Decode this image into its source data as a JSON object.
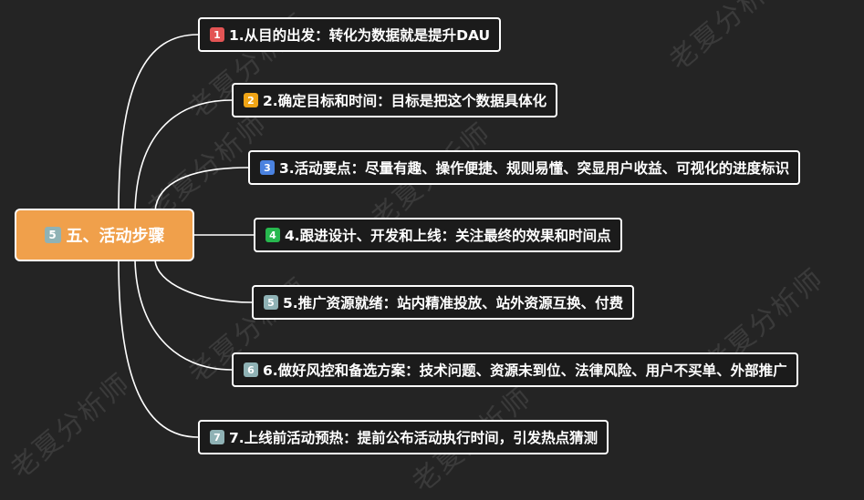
{
  "root": {
    "badge": "5",
    "label": "五、活动步骤",
    "badge_color": "#8fb2b5",
    "fill": "#f0a04b"
  },
  "watermark": "老夏分析师",
  "steps": [
    {
      "badge": "1",
      "badge_color": "#e35454",
      "label": "1.从目的出发：转化为数据就是提升DAU"
    },
    {
      "badge": "2",
      "badge_color": "#f0a516",
      "label": "2.确定目标和时间：目标是把这个数据具体化"
    },
    {
      "badge": "3",
      "badge_color": "#4a82e0",
      "label": "3.活动要点：尽量有趣、操作便捷、规则易懂、突显用户收益、可视化的进度标识"
    },
    {
      "badge": "4",
      "badge_color": "#27b84e",
      "label": "4.跟进设计、开发和上线：关注最终的效果和时间点"
    },
    {
      "badge": "5",
      "badge_color": "#8fb2b5",
      "label": "5.推广资源就绪：站内精准投放、站外资源互换、付费"
    },
    {
      "badge": "6",
      "badge_color": "#8fb2b5",
      "label": "6.做好风控和备选方案：技术问题、资源未到位、法律风险、用户不买单、外部推广"
    },
    {
      "badge": "7",
      "badge_color": "#8fb2b5",
      "label": "7.上线前活动预热：提前公布活动执行时间，引发热点猜测"
    }
  ]
}
